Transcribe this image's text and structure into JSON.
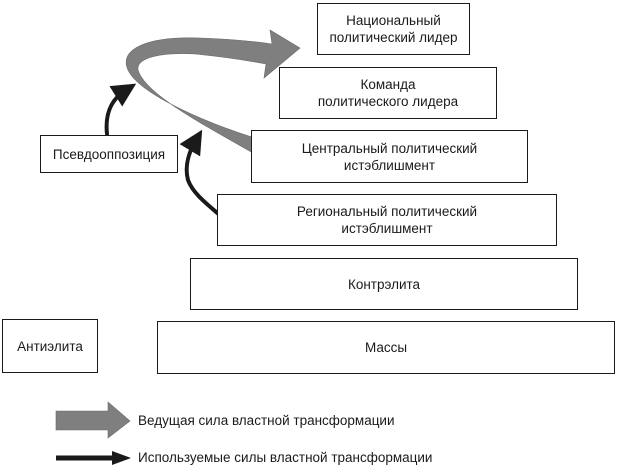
{
  "diagram": {
    "levels": [
      {
        "id": "national-leader",
        "lines": [
          "Национальный",
          "политический лидер"
        ]
      },
      {
        "id": "leader-team",
        "lines": [
          "Команда",
          "политического лидера"
        ]
      },
      {
        "id": "central-establishment",
        "lines": [
          "Центральный политический",
          "истэблишмент"
        ]
      },
      {
        "id": "regional-establishment",
        "lines": [
          "Региональный политический",
          "истэблишмент"
        ]
      },
      {
        "id": "counter-elite",
        "lines": [
          "Контрэлита"
        ]
      },
      {
        "id": "masses",
        "lines": [
          "Массы"
        ]
      }
    ],
    "side_boxes": {
      "pseudo_opposition": "Псевдооппозиция",
      "anti_elite": "Антиэлита"
    },
    "colors": {
      "leading_force": "#7f7f7f",
      "used_force": "#1a1a1a",
      "border": "#1a1a1a"
    }
  },
  "legend": {
    "leading_force": "Ведущая сила властной трансформации",
    "used_forces": "Используемые силы властной трансформации"
  }
}
